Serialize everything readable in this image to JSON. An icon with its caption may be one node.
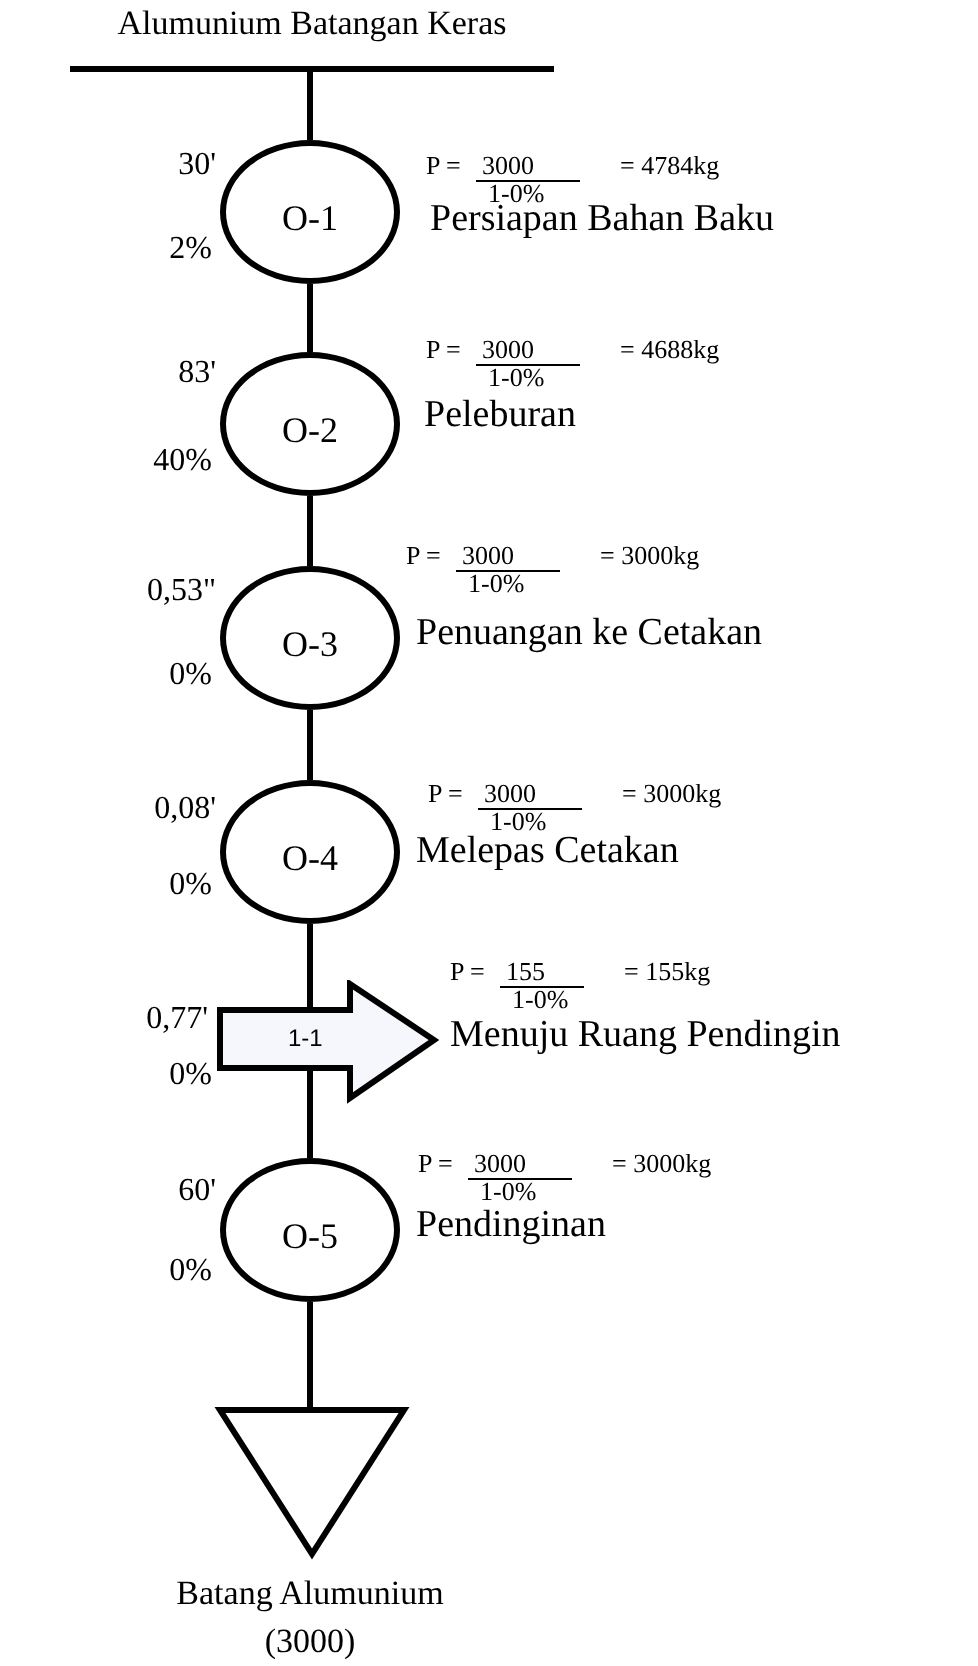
{
  "diagram": {
    "nodes": [
      {
        "text": [
          "Alumunium Batangan Keras"
        ]
      },
      {
        "text": [
          "O-1"
        ],
        "beside": [
          "30'",
          "2%",
          "P =",
          "3000",
          "1-0%",
          "= 4784kg",
          "Persiapan Bahan Baku"
        ]
      },
      {
        "text": [
          "O-2"
        ],
        "beside": [
          "83'",
          "40%",
          "P =",
          "3000",
          "1-0%",
          "= 4688kg",
          "Peleburan"
        ]
      },
      {
        "text": [
          "O-3"
        ],
        "beside": [
          "0,53\"",
          "0%",
          "P =",
          "3000",
          "1-0%",
          "= 3000kg",
          "Penuangan ke Cetakan"
        ]
      },
      {
        "text": [
          "O-4"
        ],
        "beside": [
          "0,08'",
          "0%",
          "P =",
          "3000",
          "1-0%",
          "= 3000kg",
          "Melepas Cetakan"
        ]
      },
      {
        "text": [
          "1-1"
        ],
        "beside": [
          "0,77'",
          "0%",
          "P =",
          "155",
          "1-0%",
          "= 155kg",
          "Menuju Ruang Pendingin"
        ]
      },
      {
        "text": [
          "O-5"
        ],
        "beside": [
          "60'",
          "0%",
          "P =",
          "3000",
          "1-0%",
          "= 3000kg",
          "Pendinginan"
        ]
      },
      {
        "text": [
          "Batang Alumunium (3000)"
        ]
      }
    ],
    "edges": [
      {
        "from": 0,
        "to": 1,
        "arrow": "none"
      },
      {
        "from": 1,
        "to": 2,
        "arrow": "none"
      },
      {
        "from": 2,
        "to": 3,
        "arrow": "none"
      },
      {
        "from": 3,
        "to": 4,
        "arrow": "none"
      },
      {
        "from": 4,
        "to": 5,
        "arrow": "none"
      },
      {
        "from": 5,
        "to": 6,
        "arrow": "none"
      },
      {
        "from": 6,
        "to": 7,
        "arrow": "none"
      }
    ]
  }
}
